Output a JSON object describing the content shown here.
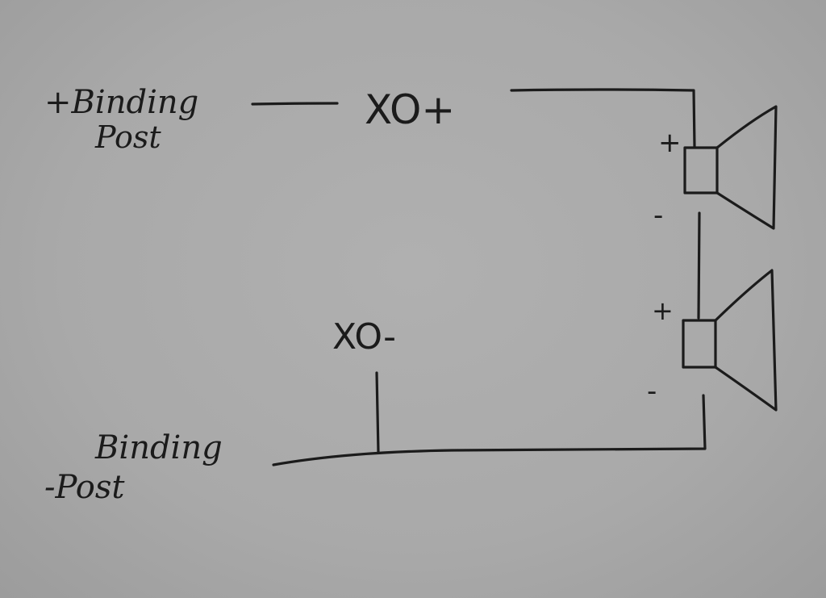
{
  "labels": {
    "pos_post_line1": "+Binding",
    "pos_post_line2": "Post",
    "xo_pos": "XO+",
    "xo_neg": "XO-",
    "neg_post_line1": "Binding",
    "neg_post_line2": "-Post",
    "spk1_plus": "+",
    "spk1_minus": "-",
    "spk2_plus": "+",
    "spk2_minus": "-"
  },
  "colors": {
    "background": "#a9a9a9",
    "ink": "#1b1b1b"
  }
}
